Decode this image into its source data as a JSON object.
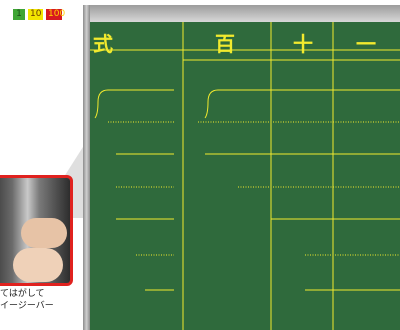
{
  "badges": {
    "one": "1",
    "ten": "10",
    "hundred": "100"
  },
  "caption": {
    "line1": "てはがして",
    "line2": "イージーバー"
  },
  "board": {
    "headers": {
      "formula": "式",
      "hundreds": "百",
      "tens": "十",
      "ones": "一"
    },
    "line_color": "#f2ea2e",
    "board_color": "#2f6a3c"
  }
}
